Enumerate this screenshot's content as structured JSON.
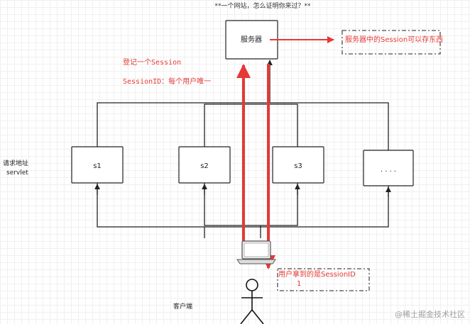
{
  "title": "**一个网站，怎么证明你来过？**",
  "server": {
    "label": "服务器"
  },
  "servers": [
    {
      "label": "s1"
    },
    {
      "label": "s2"
    },
    {
      "label": "s3"
    },
    {
      "label": ". . . ."
    }
  ],
  "annotations": {
    "register_session": "登记一个Session",
    "session_id_note": "SessionID：每个用户唯一",
    "server_session_note": "服务器中的Session可以存东西",
    "user_gets_id": "用户拿到的是SessionID",
    "one": "1"
  },
  "side_labels": {
    "request_address": "请求地址",
    "servlet": "servlet",
    "client": "客户端"
  },
  "watermark": "@稀土掘金技术社区",
  "colors": {
    "red": "#e53935",
    "line": "#222222"
  },
  "icons": [
    "laptop-icon",
    "stick-figure-icon"
  ]
}
